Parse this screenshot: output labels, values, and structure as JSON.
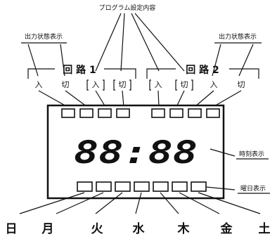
{
  "labels": {
    "program": "プログラム設定内容",
    "output_status_left": "出力状態表示",
    "output_status_right": "出力状態表示",
    "time_display": "時刻表示",
    "weekday_display": "曜日表示"
  },
  "circuits": [
    {
      "name": "回 路 1",
      "on_label": "入",
      "off_label": "切"
    },
    {
      "name": "回 路 2",
      "on_label": "入",
      "off_label": "切"
    }
  ],
  "display": {
    "time_text": "88:88"
  },
  "weekdays": [
    "日",
    "月",
    "火",
    "水",
    "木",
    "金",
    "土"
  ]
}
